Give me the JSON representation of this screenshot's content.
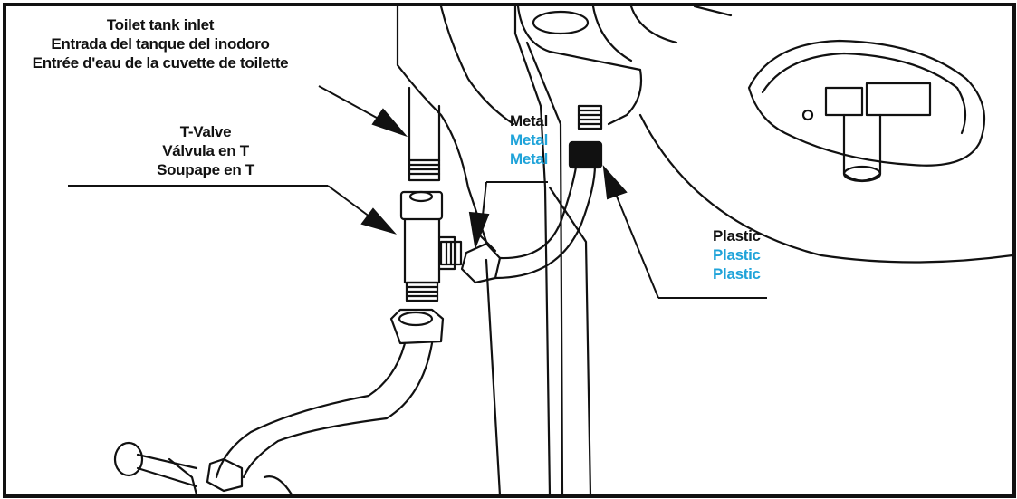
{
  "labels": {
    "toilet_tank_inlet": {
      "lines": [
        "Toilet tank inlet",
        "Entrada del tanque del inodoro",
        "Entrée d'eau de la cuvette de toilette"
      ]
    },
    "t_valve": {
      "lines": [
        "T-Valve",
        "Válvula en T",
        "Soupape en T"
      ]
    },
    "metal": {
      "lines": [
        "Metal",
        "Metal",
        "Metal"
      ]
    },
    "plastic": {
      "lines": [
        "Plastic",
        "Plastic",
        "Plastic"
      ]
    }
  },
  "colors": {
    "outline": "#111111",
    "english_text": "#111111",
    "translated_text": "#1fa3d9",
    "background": "#ffffff"
  }
}
